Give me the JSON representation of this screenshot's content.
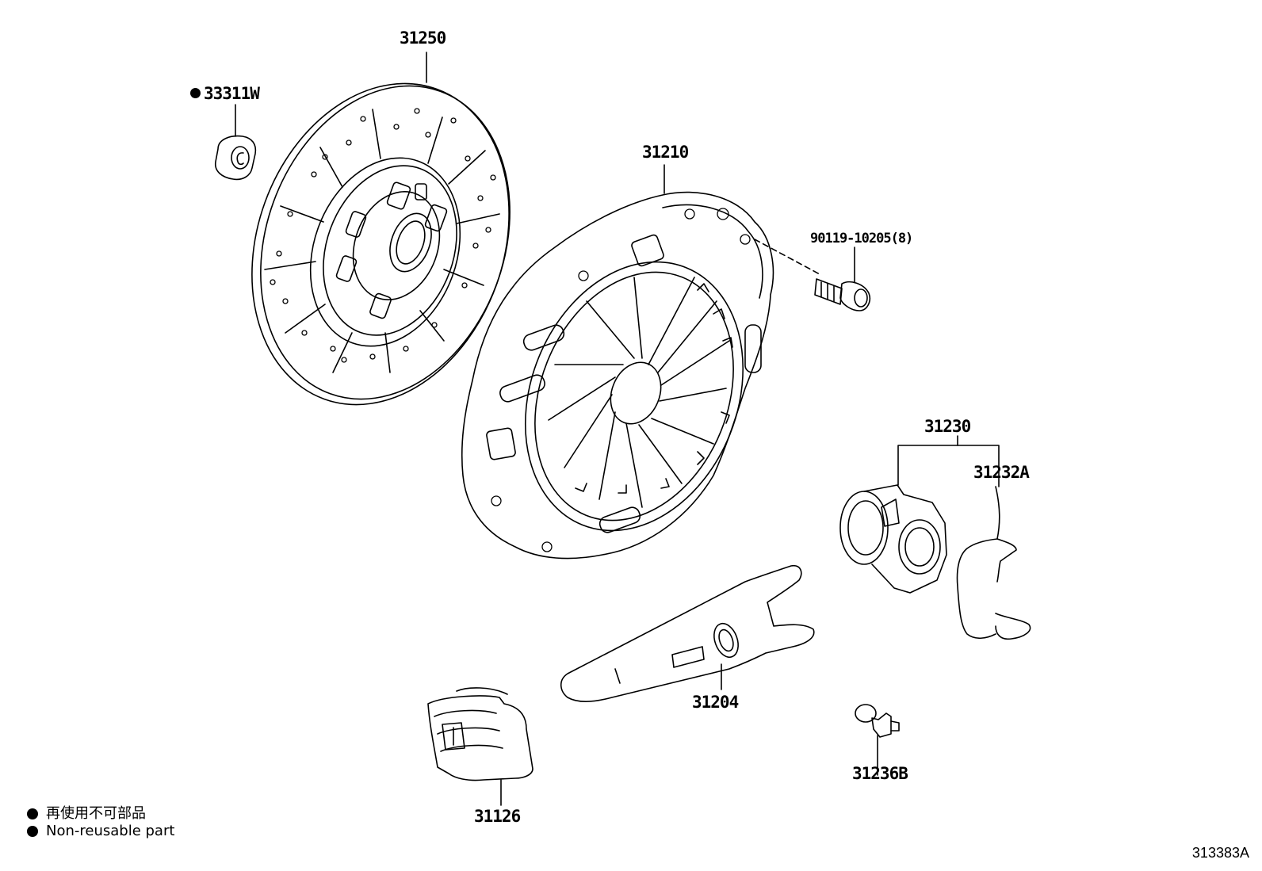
{
  "parts": {
    "clutch_disc": "31250",
    "pilot_bearing": "33311W",
    "clutch_cover": "31210",
    "cover_bolt": "90119-10205(8)",
    "release_bearing_assy": "31230",
    "retainer_clip": "31232A",
    "release_fork": "31204",
    "fork_boot": "31126",
    "fork_support": "31236B"
  },
  "legend": {
    "japanese": "再使用不可部品",
    "english": "Non-reusable part"
  },
  "diagram_ref": "313383A"
}
